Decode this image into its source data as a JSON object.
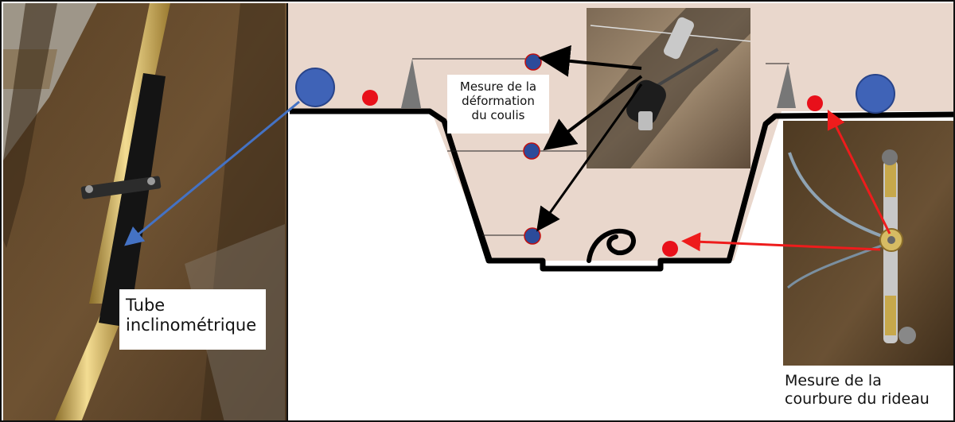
{
  "labels": {
    "tube": "Tube\ninclinométrique",
    "coulis": "Mesure de la\ndéformation\ndu coulis",
    "rideau": "Mesure de la\ncourbure du rideau"
  },
  "colors": {
    "soil": "#e9d7cc",
    "sensor_blue": "#3f63b7",
    "sensor_red": "#e8101a",
    "arrow_blue": "#4472c4",
    "arrow_red": "#ee1c1c",
    "arrow_black": "#000000",
    "wall_line": "#000000",
    "separator_gray": "#777777"
  },
  "photos": {
    "left": "inclinometer-tube-photo",
    "top": "strain-gauge-photo",
    "right": "curvature-gauge-photo"
  }
}
